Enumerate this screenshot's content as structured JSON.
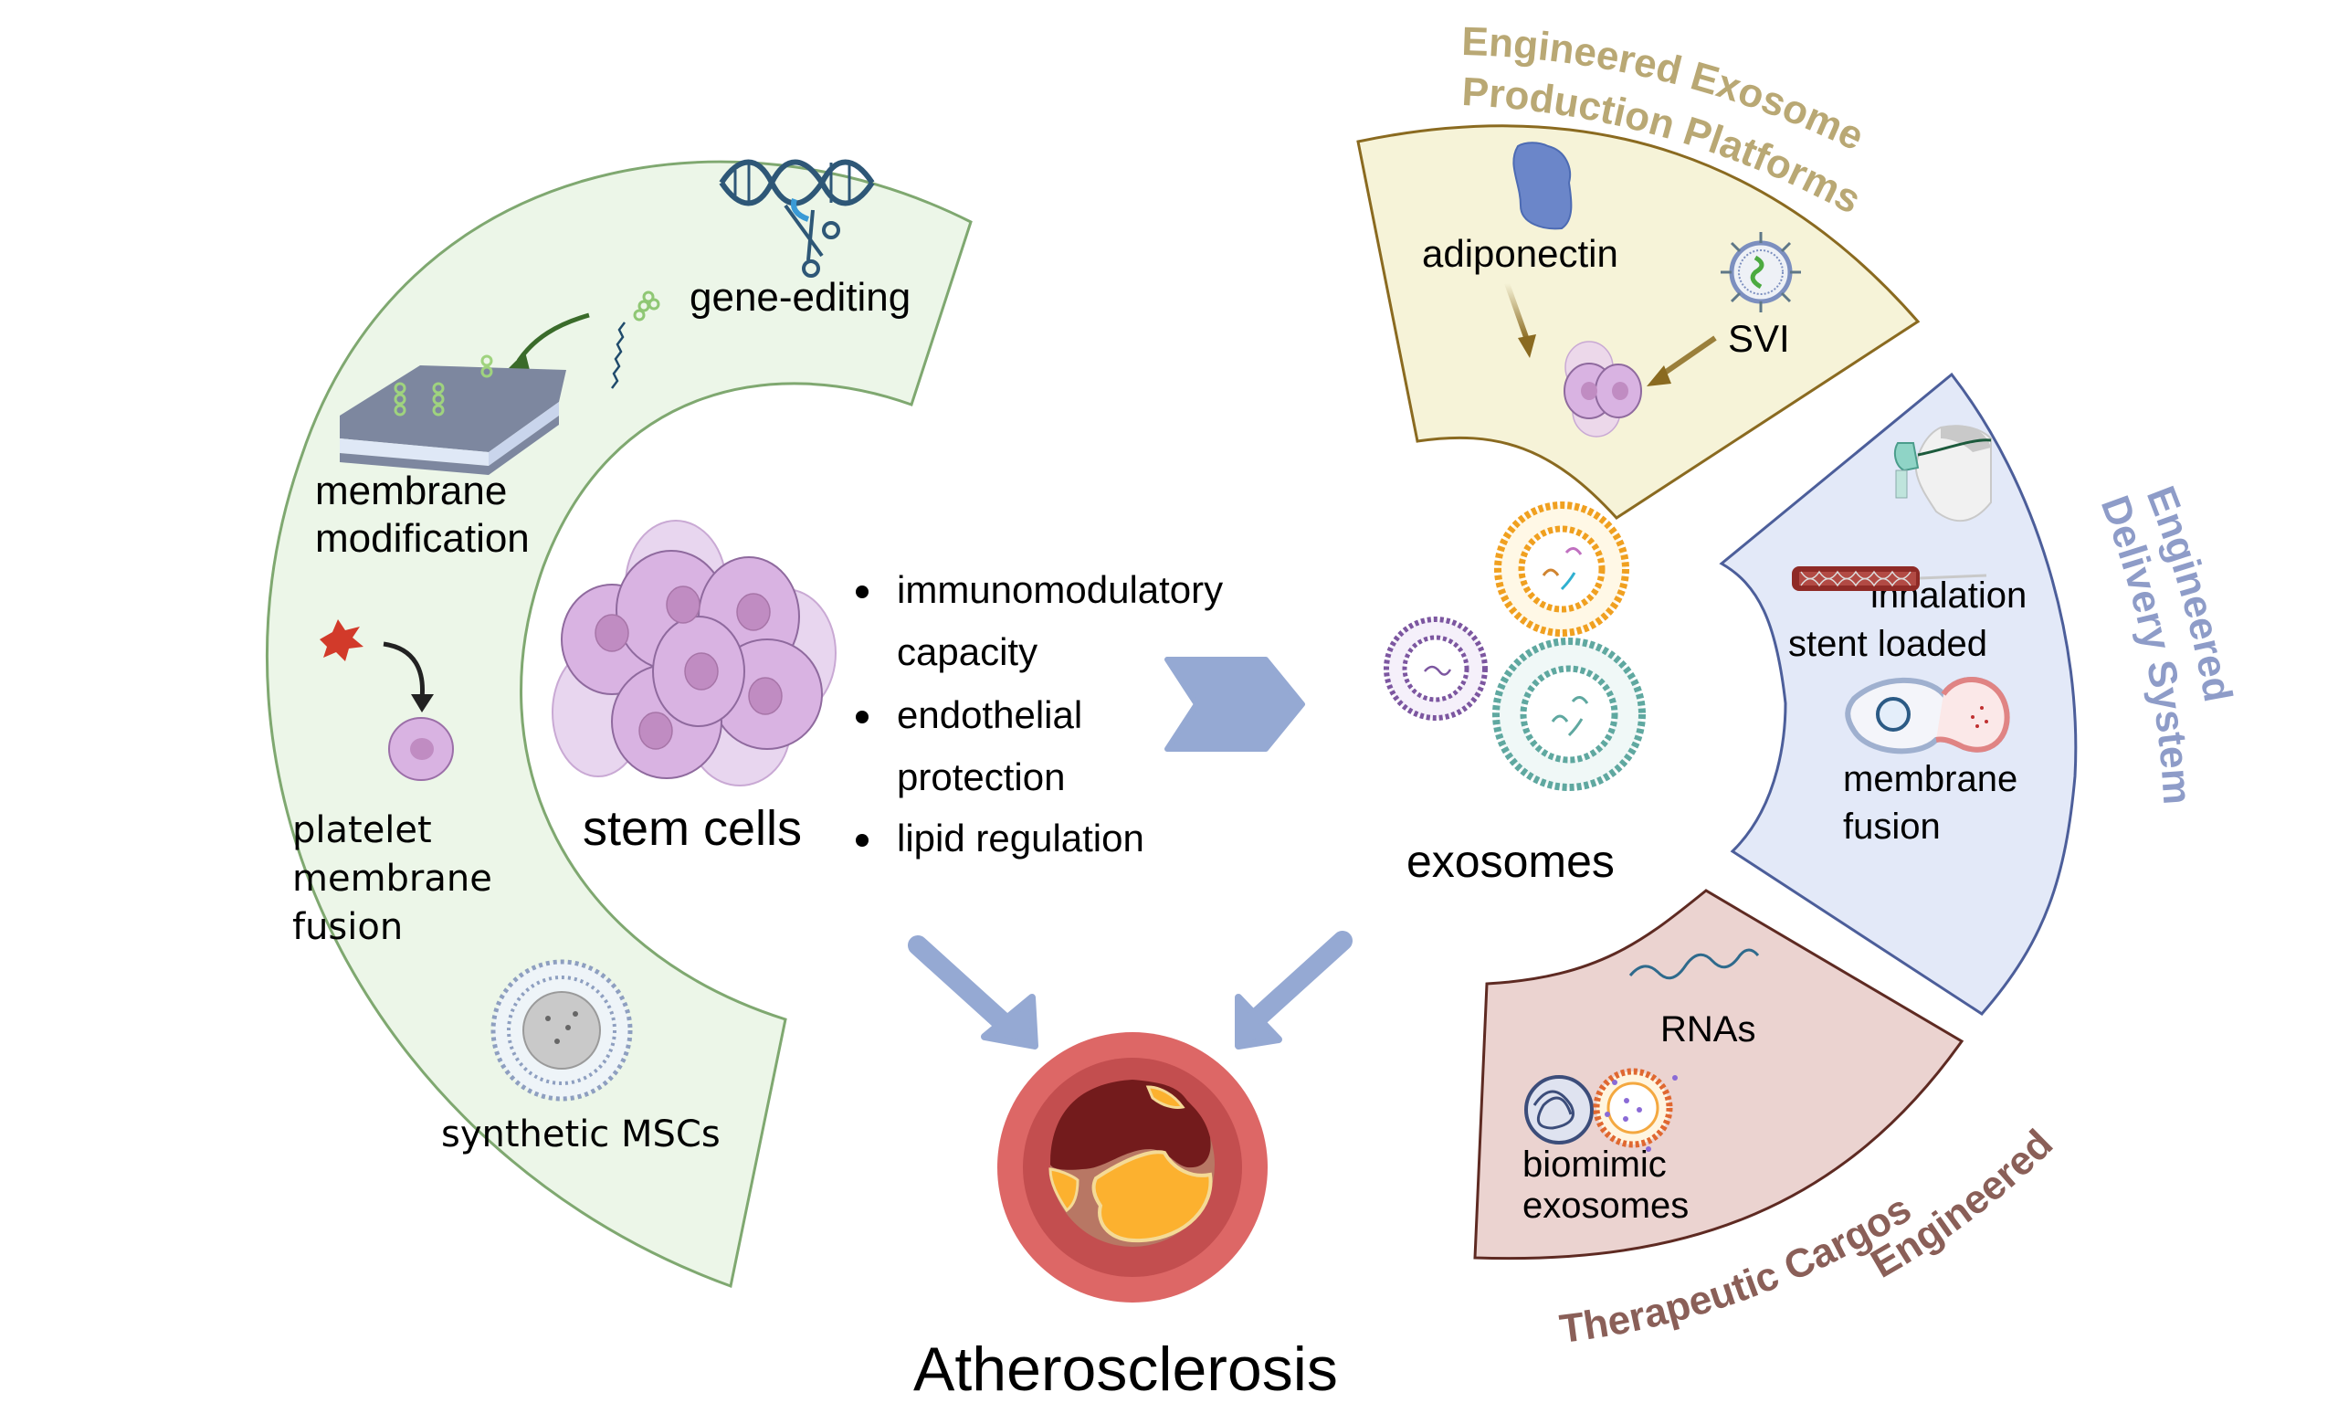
{
  "figure": {
    "center_left": {
      "stem_cells_label": "stem cells",
      "bullets": [
        {
          "line1": "immunomodulatory",
          "line2": "capacity"
        },
        {
          "line1": "endothelial",
          "line2": "protection"
        },
        {
          "line1": "lipid regulation",
          "line2": ""
        }
      ]
    },
    "center_right": {
      "exosomes_label": "exosomes"
    },
    "outcome": {
      "label": "Atherosclerosis"
    },
    "left_panel": {
      "items": [
        {
          "label": "gene-editing",
          "icon": "dna-scissors-icon"
        },
        {
          "label_line1": "membrane",
          "label_line2": "modification",
          "icon": "lipid-bilayer-icon"
        },
        {
          "label_line1": "platelet",
          "label_line2": "membrane",
          "label_line3": "fusion",
          "icon": "platelet-cell-icon"
        },
        {
          "label": "synthetic MSCs",
          "icon": "synthetic-vesicle-icon"
        }
      ]
    },
    "production_panel": {
      "title_line1": "Engineered Exosome",
      "title_line2": "Production Platforms",
      "items": [
        {
          "label": "adiponectin",
          "icon": "protein-icon"
        },
        {
          "label": "SVI",
          "icon": "virus-icon"
        }
      ]
    },
    "delivery_panel": {
      "title_line1": "Engineered",
      "title_line2": "Delivery System",
      "items": [
        {
          "label": "inhalation",
          "icon": "inhalation-mask-icon"
        },
        {
          "label": "stent loaded",
          "icon": "stent-icon"
        },
        {
          "label_line1": "membrane",
          "label_line2": "fusion",
          "icon": "membrane-fusion-icon"
        }
      ]
    },
    "cargo_panel": {
      "title_line1": "Engineered",
      "title_line2": "Therapeutic Cargos",
      "items": [
        {
          "label": "RNAs",
          "icon": "rna-strand-icon"
        },
        {
          "label_line1": "biomimic",
          "label_line2": "exosomes",
          "icon": "biomimic-particle-icon"
        }
      ]
    },
    "colors": {
      "left_panel_fill": "#ecf6e8",
      "left_panel_stroke": "#7fa870",
      "production_fill": "#f6f3d8",
      "production_stroke": "#8a6a20",
      "production_title": "#b9a874",
      "delivery_fill": "#e3e9f8",
      "delivery_stroke": "#4c5e9a",
      "delivery_title": "#8e9cc8",
      "cargo_fill": "#ebd3d0",
      "cargo_stroke": "#5e2a22",
      "cargo_title": "#8a5f58",
      "arrow": "#95a9d3",
      "cell_fill": "#d9b3e2",
      "cell_nucleus": "#c08cc2"
    }
  }
}
